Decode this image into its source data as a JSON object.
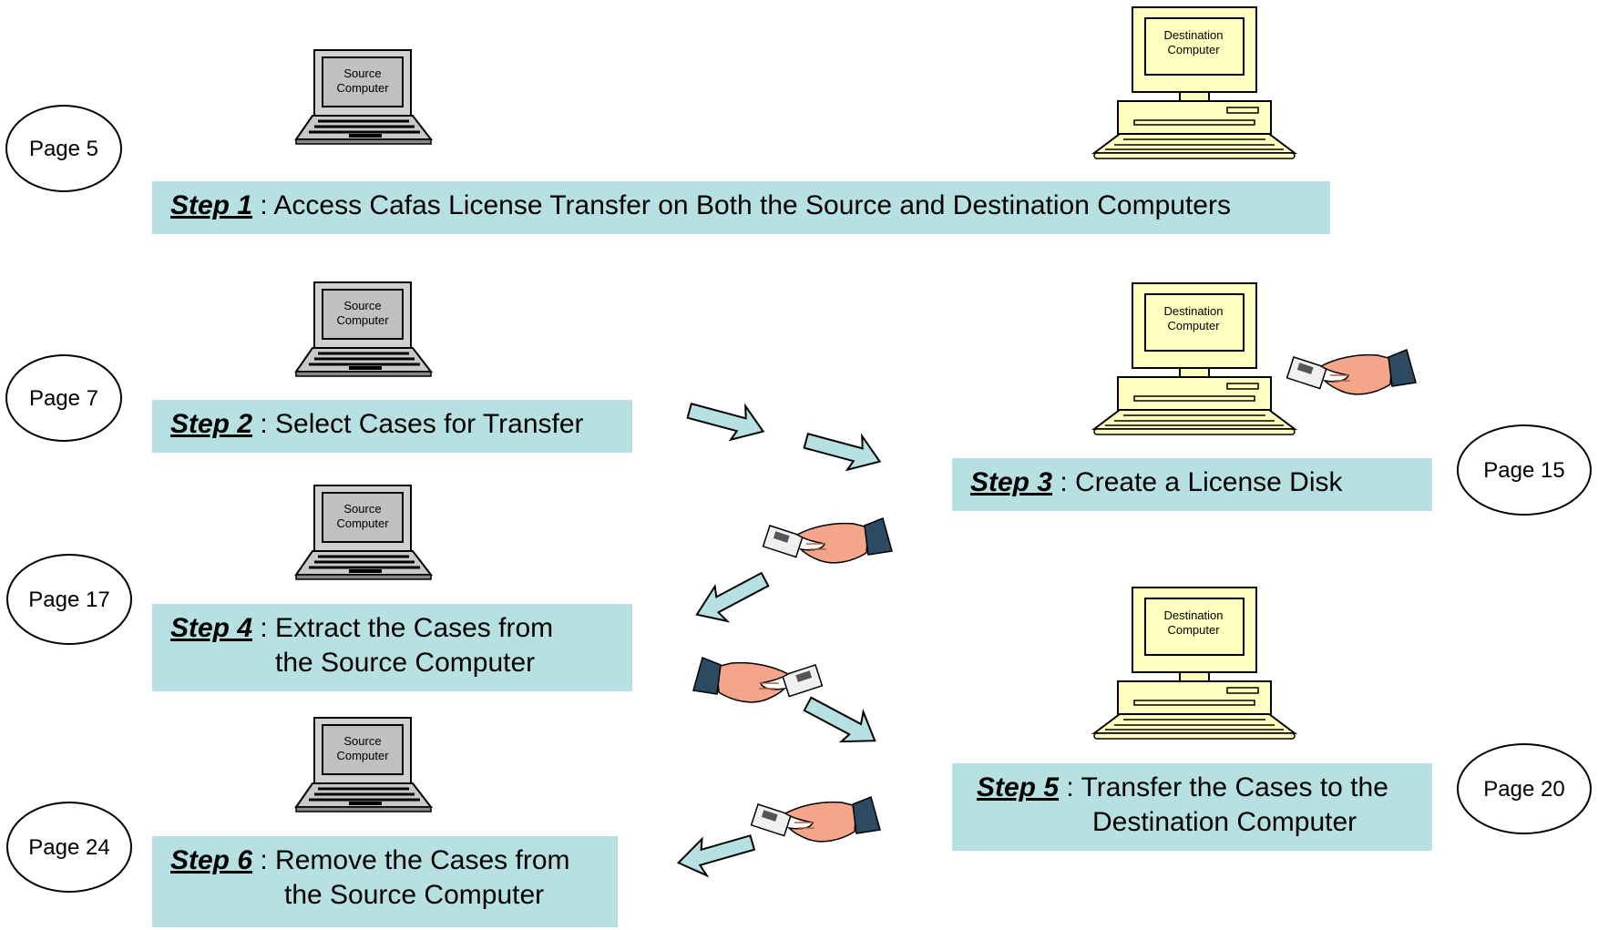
{
  "devices": {
    "source_label_1": "Source",
    "source_label_2": "Computer",
    "dest_label_1": "Destination",
    "dest_label_2": "Computer"
  },
  "pages": [
    "Page 5",
    "Page 7",
    "Page 15",
    "Page 17",
    "Page 20",
    "Page 24"
  ],
  "steps": [
    {
      "word": "Step 1",
      "sep": " : ",
      "text": "Access Cafas License Transfer on Both the Source and Destination Computers",
      "text2": ""
    },
    {
      "word": "Step 2",
      "sep": " : ",
      "text": "Select Cases for Transfer",
      "text2": ""
    },
    {
      "word": "Step 3",
      "sep": " : ",
      "text": "Create a License Disk",
      "text2": ""
    },
    {
      "word": "Step 4",
      "sep": " : ",
      "text": "Extract the Cases from",
      "text2": "the Source Computer"
    },
    {
      "word": "Step 5",
      "sep": " : ",
      "text": "Transfer the Cases to the",
      "text2": "Destination Computer"
    },
    {
      "word": "Step 6",
      "sep": " : ",
      "text": "Remove the Cases from",
      "text2": "the Source Computer"
    }
  ],
  "colors": {
    "step_box": "#b7e0e3",
    "arrow_fill": "#b7e0e3",
    "screen_dest": "#ffffc0",
    "screen_source": "#c0c0c0",
    "hand": "#f4a58a",
    "sleeve": "#2d4a63"
  },
  "icons": [
    "laptop-icon",
    "desktop-computer-icon",
    "hand-with-disk-icon",
    "arrow-icon"
  ]
}
